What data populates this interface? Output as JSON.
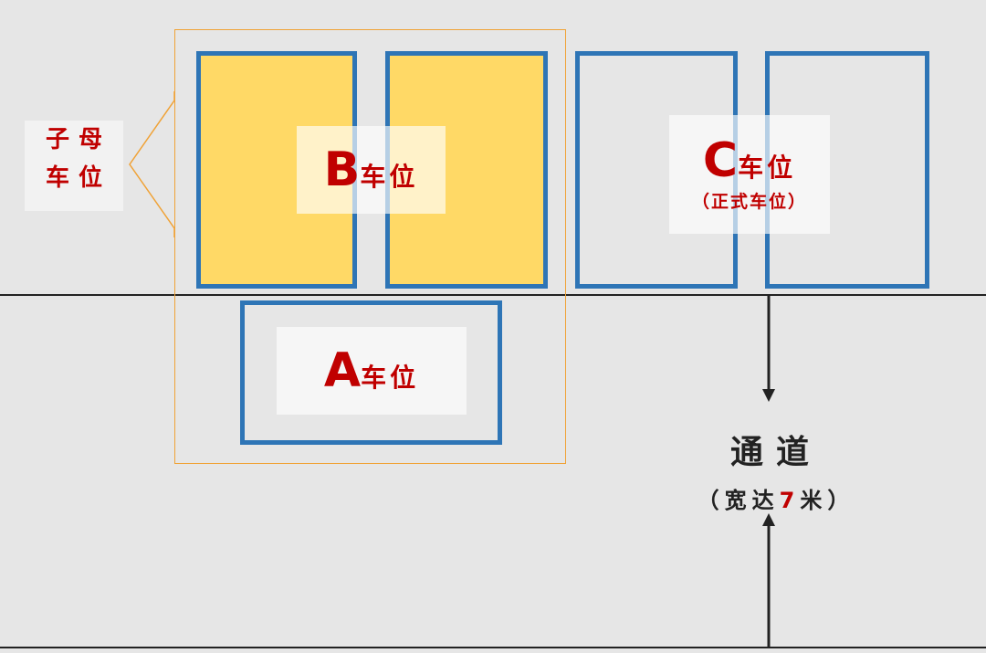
{
  "colors": {
    "background": "#e6e6e6",
    "slot_border": "#2e75b6",
    "slot_fill_b": "#ffd966",
    "group_outline": "#f0a236",
    "label_red": "#c00000",
    "line": "#222222"
  },
  "group_label": {
    "line1": "子母",
    "line2": "车位"
  },
  "slot_b": {
    "letter": "B",
    "suffix": "车位"
  },
  "slot_a": {
    "letter": "A",
    "suffix": "车位"
  },
  "slot_c": {
    "letter": "C",
    "suffix": "车位",
    "note": "（正式车位）"
  },
  "passage": {
    "title": "通道",
    "width_prefix": "（宽达",
    "width_value": "7",
    "width_suffix": "米）"
  }
}
